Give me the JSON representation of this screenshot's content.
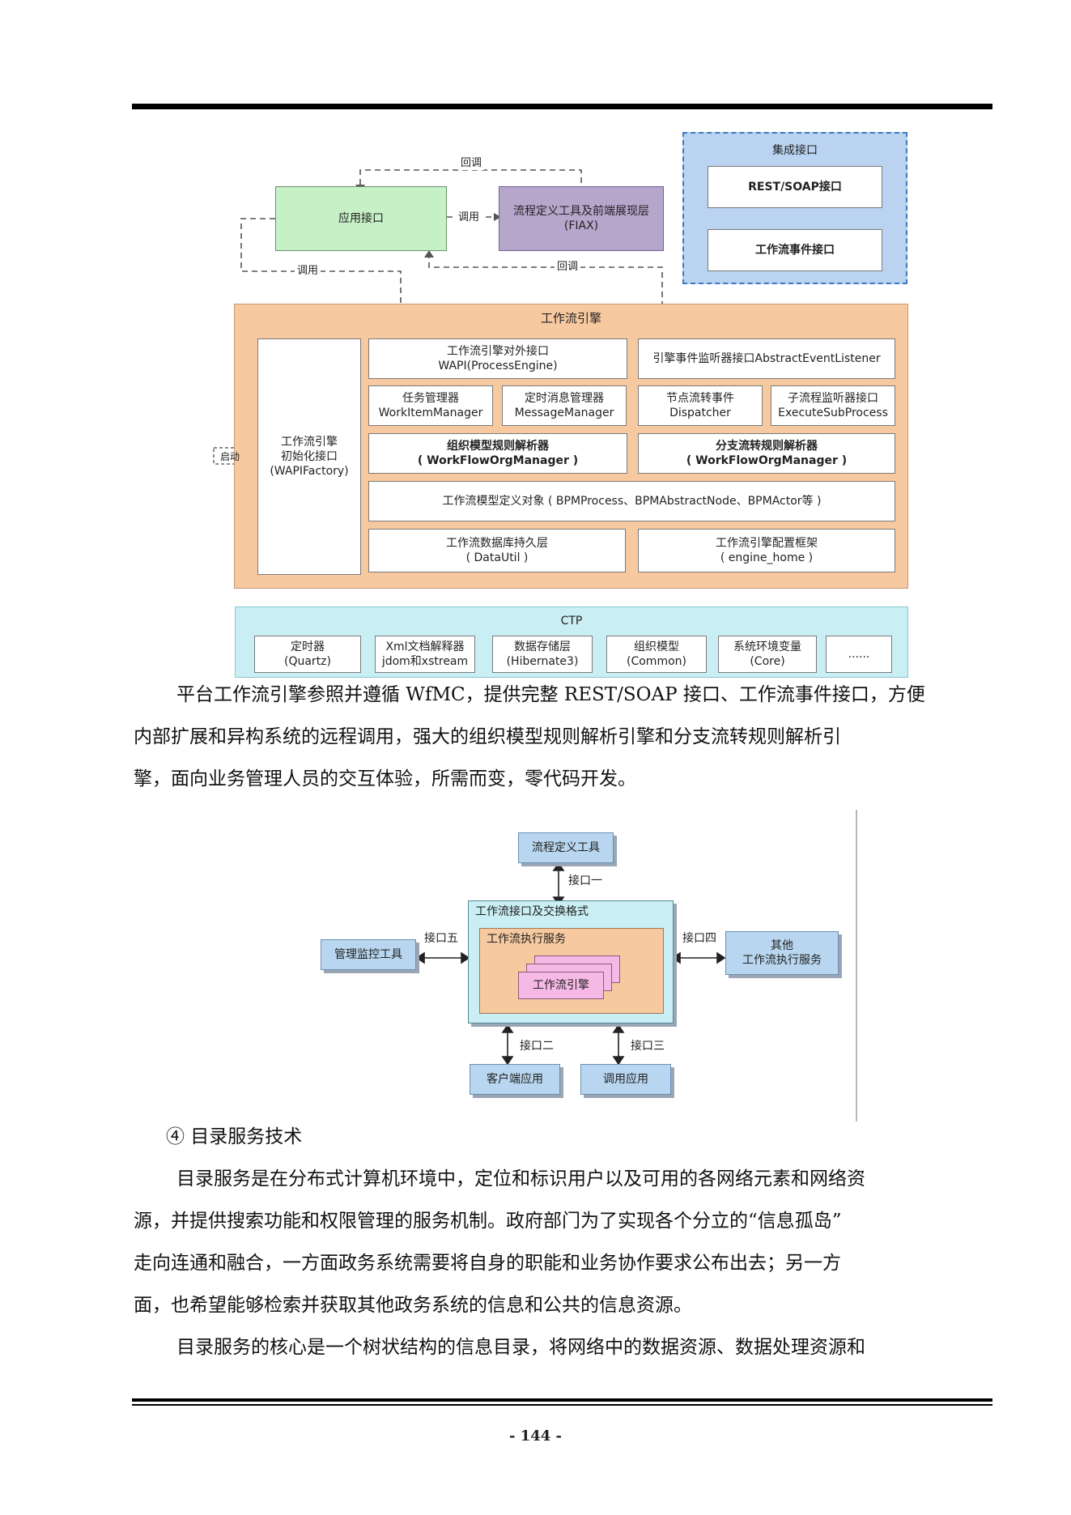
{
  "diagram1": {
    "app_interface": "应用接口",
    "flow_tool_line1": "流程定义工具及前端展现层",
    "flow_tool_line2": "(FIAX)",
    "callback_top": "回调",
    "call_mid": "调用",
    "call_left": "调用",
    "callback_mid": "回调",
    "integration": {
      "title": "集成接口",
      "rest": "REST/SOAP接口",
      "event": "工作流事件接口"
    },
    "engine": {
      "title": "工作流引擎",
      "init_line1": "工作流引擎",
      "init_line2": "初始化接口",
      "init_line3": "(WAPIFactory)",
      "start": "启动",
      "wapi_line1": "工作流引擎对外接口",
      "wapi_line2": "WAPI(ProcessEngine)",
      "listener": "引擎事件监听器接口AbstractEventListener",
      "task_line1": "任务管理器",
      "task_line2": "WorkItemManager",
      "msg_line1": "定时消息管理器",
      "msg_line2": "MessageManager",
      "node_line1": "节点流转事件",
      "node_line2": "Dispatcher",
      "sub_line1": "子流程监听器接口",
      "sub_line2": "ExecuteSubProcess",
      "org_line1": "组织模型规则解析器",
      "org_line2": "( WorkFlowOrgManager )",
      "branch_line1": "分支流转规则解析器",
      "branch_line2": "( WorkFlowOrgManager )",
      "model": "工作流模型定义对象 ( BPMProcess、BPMAbstractNode、BPMActor等 )",
      "db_line1": "工作流数据库持久层",
      "db_line2": "( DataUtil )",
      "cfg_line1": "工作流引擎配置框架",
      "cfg_line2": "( engine_home )"
    },
    "ctp": {
      "title": "CTP",
      "items": [
        {
          "l1": "定时器",
          "l2": "(Quartz)"
        },
        {
          "l1": "Xml文档解释器",
          "l2": "jdom和xstream"
        },
        {
          "l1": "数据存储层",
          "l2": "(Hibernate3)"
        },
        {
          "l1": "组织模型",
          "l2": "(Common)"
        },
        {
          "l1": "系统环境变量",
          "l2": "(Core)"
        },
        {
          "l1": "......",
          "l2": ""
        }
      ]
    }
  },
  "para1": [
    "平台工作流引擎参照并遵循 WfMC，提供完整 REST/SOAP 接口、工作流事件接口，方便",
    "内部扩展和异构系统的远程调用，强大的组织模型规则解析引擎和分支流转规则解析引",
    "擎，面向业务管理人员的交互体验，所需而变，零代码开发。"
  ],
  "diagram2": {
    "def_tool": "流程定义工具",
    "iface1": "接口一",
    "outer": "工作流接口及交换格式",
    "inner": "工作流执行服务",
    "engine": "工作流引擎",
    "monitor": "管理监控工具",
    "iface5": "接口五",
    "iface4": "接口四",
    "other_line1": "其他",
    "other_line2": "工作流执行服务",
    "iface2": "接口二",
    "iface3": "接口三",
    "client": "客户端应用",
    "invoke": "调用应用"
  },
  "heading": "④ 目录服务技术",
  "para2": [
    "目录服务是在分布式计算机环境中，定位和标识用户以及可用的各网络元素和网络资",
    "源，并提供搜索功能和权限管理的服务机制。政府部门为了实现各个分立的“信息孤岛”",
    "走向连通和融合，一方面政务系统需要将自身的职能和业务协作要求公布出去；另一方",
    "面，也希望能够检索并获取其他政务系统的信息和公共的信息资源。"
  ],
  "para3": [
    "目录服务的核心是一个树状结构的信息目录，将网络中的数据资源、数据处理资源和"
  ],
  "page_number": "- 144 -",
  "colors": {
    "green_box": "#c6f0c6",
    "purple_box": "#b7a6cc",
    "integration_bg": "#b9d3f0",
    "engine_bg": "#f7c9a0",
    "ctp_bg": "#c9eef3",
    "d2_outer": "#c9eef3",
    "d2_inner": "#f7c9a0",
    "d2_engine": "#f6b9e6",
    "d2_button": "#b8d6ef"
  }
}
